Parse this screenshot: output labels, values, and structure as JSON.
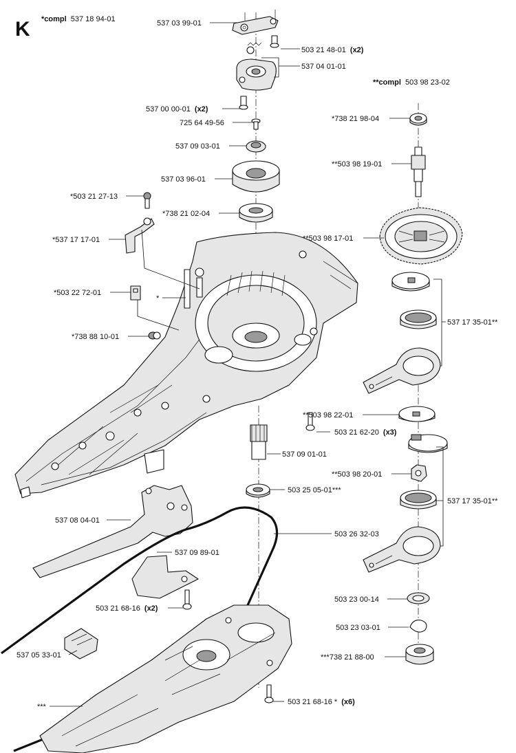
{
  "section_letter": "K",
  "kits": {
    "left": {
      "prefix": "*compl",
      "number": "537 18 94-01"
    },
    "right": {
      "prefix": "**compl",
      "number": "503 98 23-02"
    }
  },
  "labels": {
    "p1": "537 03 99-01",
    "p2": "503 21 48-01",
    "p2q": "(x2)",
    "p3": "537 04 01-01",
    "p4": "537 00 00-01",
    "p4q": "(x2)",
    "p5": "725 64 49-56",
    "p6": "537 09 03-01",
    "p7": "537 03 96-01",
    "p8": "*503 21 27-13",
    "p9": "*738 21 02-04",
    "p10": "*537 17 17-01",
    "p11": "*503 22 72-01",
    "p11s": "*",
    "p12": "*738 88 10-01",
    "p13": "*738 21 98-04",
    "p14": "**503 98 19-01",
    "p15": "**503 98 17-01",
    "p16": "537 17 35-01**",
    "p17": "**503 98 22-01",
    "p18": "503 21 62-20",
    "p18q": "(x3)",
    "p19": "537 09 01-01",
    "p20": "**503 98 20-01",
    "p21": "503 25 05-01***",
    "p22": "537 17 35-01**",
    "p23": "537 08 04-01",
    "p24": "503 26 32-03",
    "p25": "537 09 89-01",
    "p26": "503 21 68-16",
    "p26q": "(x2)",
    "p27": "503 23 00-14",
    "p28": "503 23 03-01",
    "p29": "***738 21 88-00",
    "p30": "537 05 33-01",
    "p31": "503 21 68-16 *",
    "p31q": "(x6)",
    "p32": "***"
  }
}
